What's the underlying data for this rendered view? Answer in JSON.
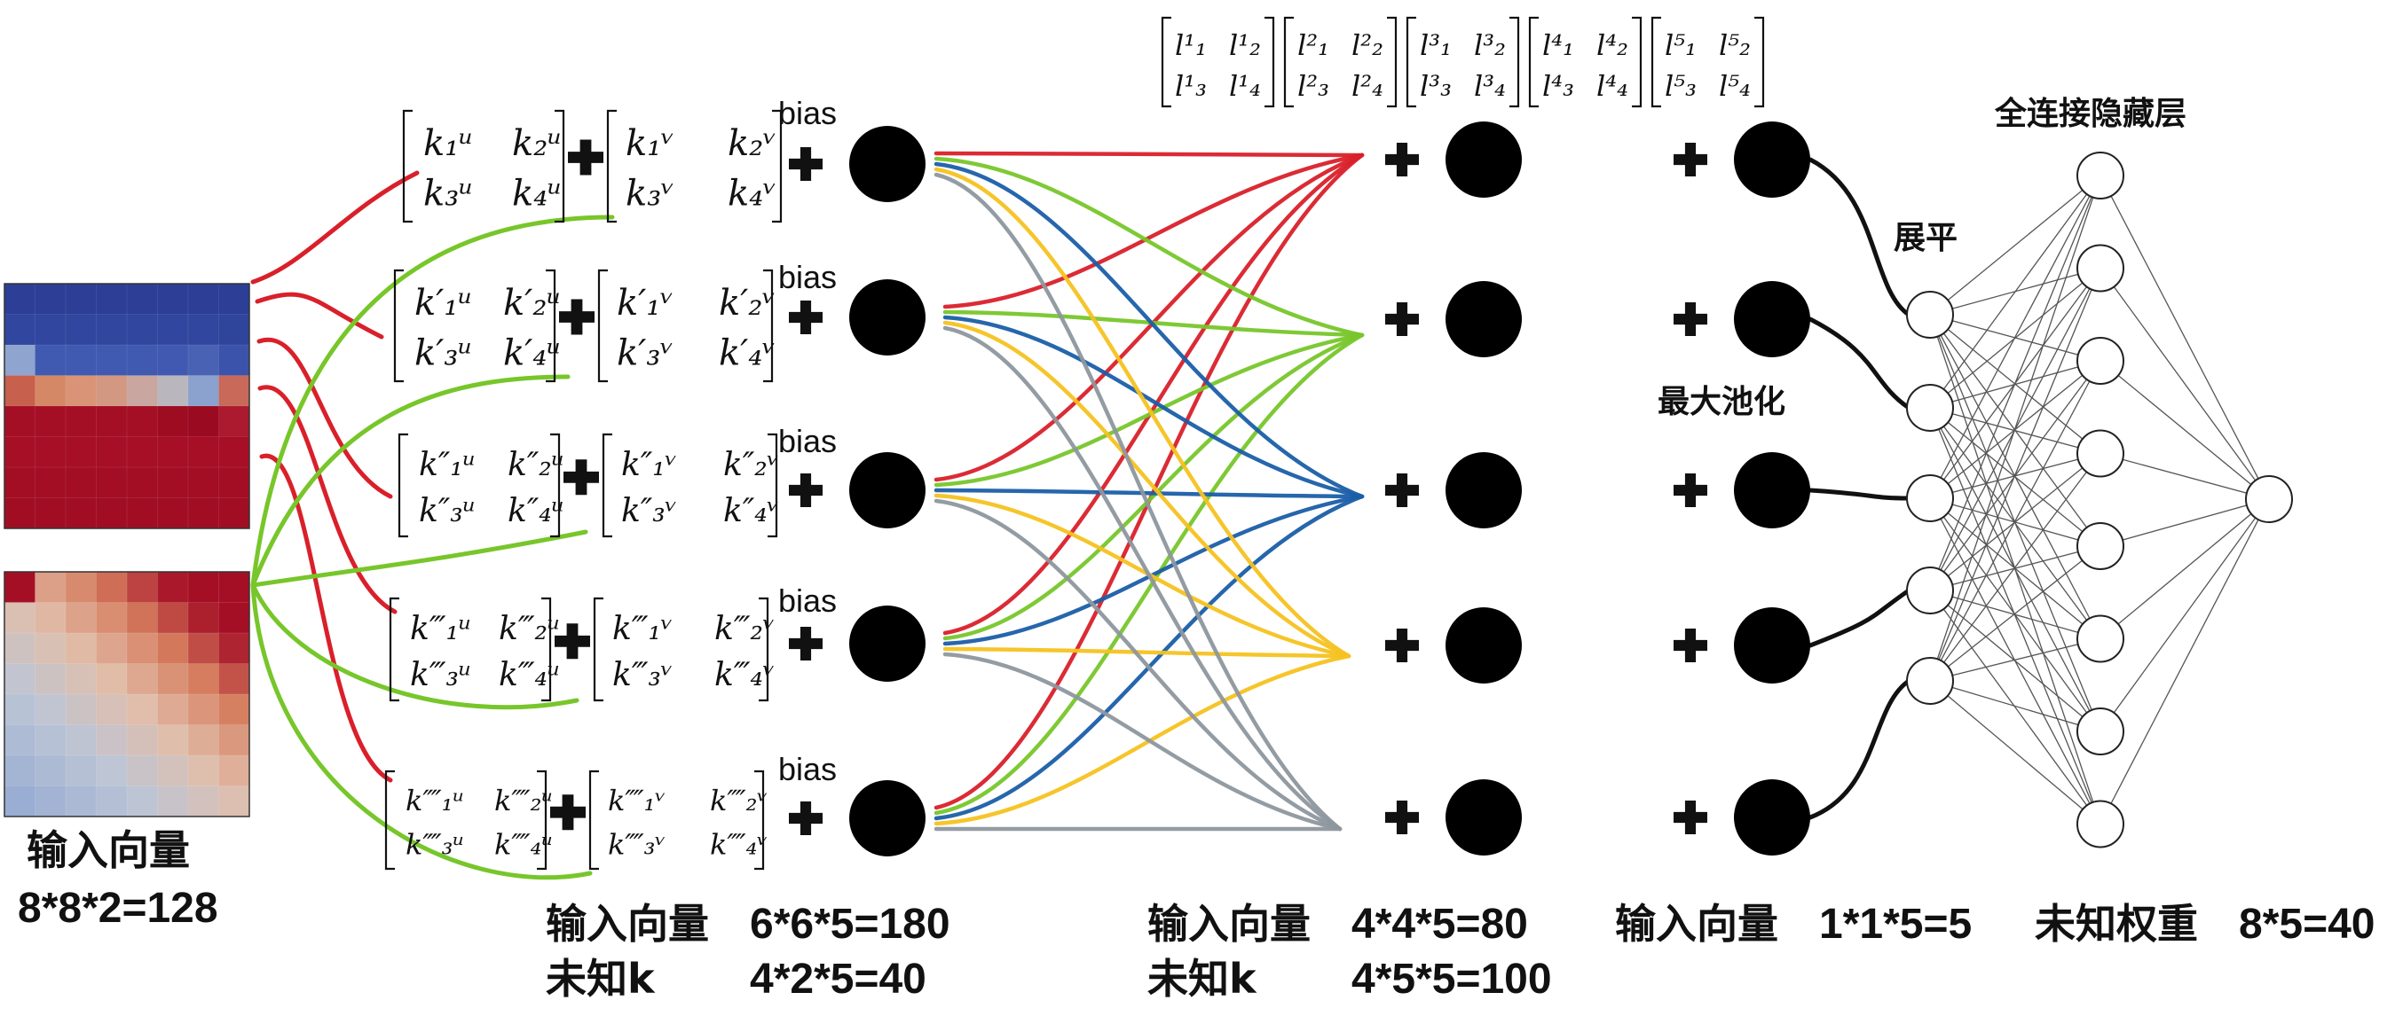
{
  "input_label": {
    "line1": "输入向量",
    "line2": "8*8*2=128"
  },
  "kernels": [
    {
      "u": [
        "k₁ᵘ",
        "k₂ᵘ",
        "k₃ᵘ",
        "k₄ᵘ"
      ],
      "v": [
        "k₁ᵛ",
        "k₂ᵛ",
        "k₃ᵛ",
        "k₄ᵛ"
      ]
    },
    {
      "u": [
        "k′₁ᵘ",
        "k′₂ᵘ",
        "k′₃ᵘ",
        "k′₄ᵘ"
      ],
      "v": [
        "k′₁ᵛ",
        "k′₂ᵛ",
        "k′₃ᵛ",
        "k′₄ᵛ"
      ]
    },
    {
      "u": [
        "k″₁ᵘ",
        "k″₂ᵘ",
        "k″₃ᵘ",
        "k″₄ᵘ"
      ],
      "v": [
        "k″₁ᵛ",
        "k″₂ᵛ",
        "k″₃ᵛ",
        "k″₄ᵛ"
      ]
    },
    {
      "u": [
        "k‴₁ᵘ",
        "k‴₂ᵘ",
        "k‴₃ᵘ",
        "k‴₄ᵘ"
      ],
      "v": [
        "k‴₁ᵛ",
        "k‴₂ᵛ",
        "k‴₃ᵛ",
        "k‴₄ᵛ"
      ]
    },
    {
      "u": [
        "k⁗₁ᵘ",
        "k⁗₂ᵘ",
        "k⁗₃ᵘ",
        "k⁗₄ᵘ"
      ],
      "v": [
        "k⁗₁ᵛ",
        "k⁗₂ᵛ",
        "k⁗₃ᵛ",
        "k⁗₄ᵛ"
      ]
    }
  ],
  "bias_label": "bias",
  "l_kernels": [
    [
      "l¹₁",
      "l¹₂",
      "l¹₃",
      "l¹₄"
    ],
    [
      "l²₁",
      "l²₂",
      "l²₃",
      "l²₄"
    ],
    [
      "l³₁",
      "l³₂",
      "l³₃",
      "l³₄"
    ],
    [
      "l⁴₁",
      "l⁴₂",
      "l⁴₃",
      "l⁴₄"
    ],
    [
      "l⁵₁",
      "l⁵₂",
      "l⁵₃",
      "l⁵₄"
    ]
  ],
  "labels": {
    "max_pool": "最大池化",
    "flatten": "展平",
    "fc_hidden": "全连接隐藏层"
  },
  "bottom": {
    "conv1": {
      "line1_a": "输入向量",
      "line1_b": "6*6*5=180",
      "line2_a": "未知k",
      "line2_b": "4*2*5=40"
    },
    "conv2": {
      "line1_a": "输入向量",
      "line1_b": "4*4*5=80",
      "line2_a": "未知k",
      "line2_b": "4*5*5=100"
    },
    "pool": {
      "line1_a": "输入向量",
      "line1_b": "1*1*5=5"
    },
    "fc": {
      "line1_a": "未知权重",
      "line1_b": "8*5=40"
    }
  },
  "colors": {
    "red": "#d9202a",
    "green": "#77c62a",
    "blue": "#1a5ea8",
    "yellow": "#f5c220",
    "gray": "#8e979e",
    "heat_blue": "#2a3f9c",
    "heat_red": "#a50f25"
  },
  "icons": {
    "plus": "plus-icon",
    "node": "node-circle"
  }
}
